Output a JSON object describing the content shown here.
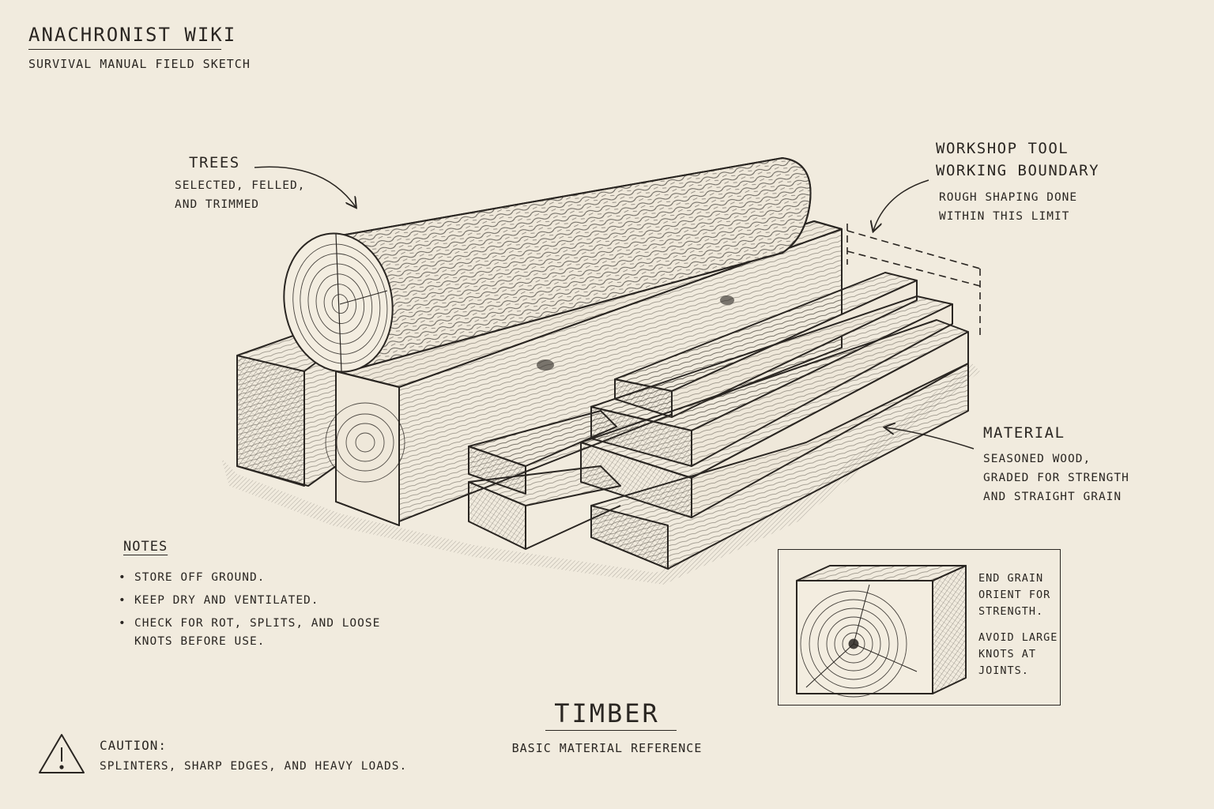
{
  "header": {
    "site": "ANACHRONIST WIKI",
    "subtitle": "SURVIVAL MANUAL FIELD SKETCH"
  },
  "labels": {
    "trees": {
      "title": "TREES",
      "line1": "SELECTED, FELLED,",
      "line2": "AND TRIMMED"
    },
    "boundary": {
      "title1": "WORKSHOP TOOL",
      "title2": "WORKING BOUNDARY",
      "line1": "ROUGH SHAPING DONE",
      "line2": "WITHIN THIS LIMIT"
    },
    "material": {
      "title": "MATERIAL",
      "line1": "SEASONED WOOD,",
      "line2": "GRADED FOR STRENGTH",
      "line3": "AND STRAIGHT GRAIN"
    }
  },
  "notes": {
    "heading": "NOTES",
    "items": [
      "STORE OFF GROUND.",
      "KEEP DRY AND VENTILATED.",
      "CHECK FOR ROT, SPLITS, AND LOOSE KNOTS BEFORE USE."
    ]
  },
  "inset": {
    "line1": "END GRAIN",
    "line2": "ORIENT FOR",
    "line3": "STRENGTH.",
    "line4": "AVOID LARGE",
    "line5": "KNOTS AT",
    "line6": "JOINTS."
  },
  "title": {
    "main": "TIMBER",
    "sub": "BASIC MATERIAL REFERENCE"
  },
  "caution": {
    "heading": "CAUTION:",
    "text": "SPLINTERS, SHARP EDGES, AND HEAVY LOADS.",
    "icon": "warning-triangle-icon"
  },
  "colors": {
    "paper": "#f1ebde",
    "ink": "#2a2622"
  }
}
